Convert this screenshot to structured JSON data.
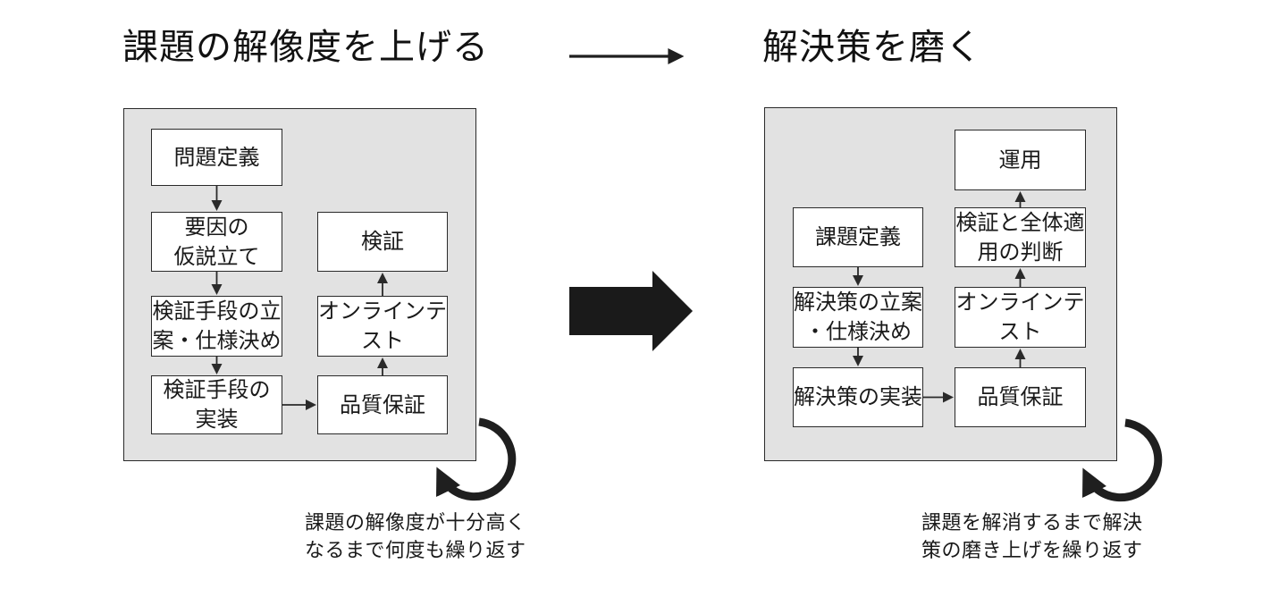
{
  "colors": {
    "panel_fill": "#e2e2e2",
    "box_fill": "#ffffff",
    "line": "#2a2a2a",
    "text": "#1a1a1a"
  },
  "left_panel": {
    "title": "課題の解像度を上げる",
    "caption": "課題の解像度が十分高く\nなるまで何度も繰り返す",
    "boxes": [
      {
        "id": "problem-definition",
        "label": "問題定義"
      },
      {
        "id": "factor-hypothesis",
        "label": "要因の\n仮説立て"
      },
      {
        "id": "verification-method-planning",
        "label": "検証手段の立\n案・仕様決め"
      },
      {
        "id": "verification-method-implementation",
        "label": "検証手段の\n実装"
      },
      {
        "id": "verification",
        "label": "検証"
      },
      {
        "id": "online-test",
        "label": "オンラインテ\nスト"
      },
      {
        "id": "quality-assurance",
        "label": "品質保証"
      }
    ]
  },
  "right_panel": {
    "title": "解決策を磨く",
    "caption": "課題を解消するまで解決\n策の磨き上げを繰り返す",
    "boxes": [
      {
        "id": "operation",
        "label": "運用"
      },
      {
        "id": "issue-definition",
        "label": "課題定義"
      },
      {
        "id": "verification-rollout-decision",
        "label": "検証と全体適\n用の判断"
      },
      {
        "id": "solution-planning",
        "label": "解決策の立案\n・仕様決め"
      },
      {
        "id": "online-test",
        "label": "オンラインテ\nスト"
      },
      {
        "id": "solution-implementation",
        "label": "解決策の実装"
      },
      {
        "id": "quality-assurance",
        "label": "品質保証"
      }
    ]
  }
}
